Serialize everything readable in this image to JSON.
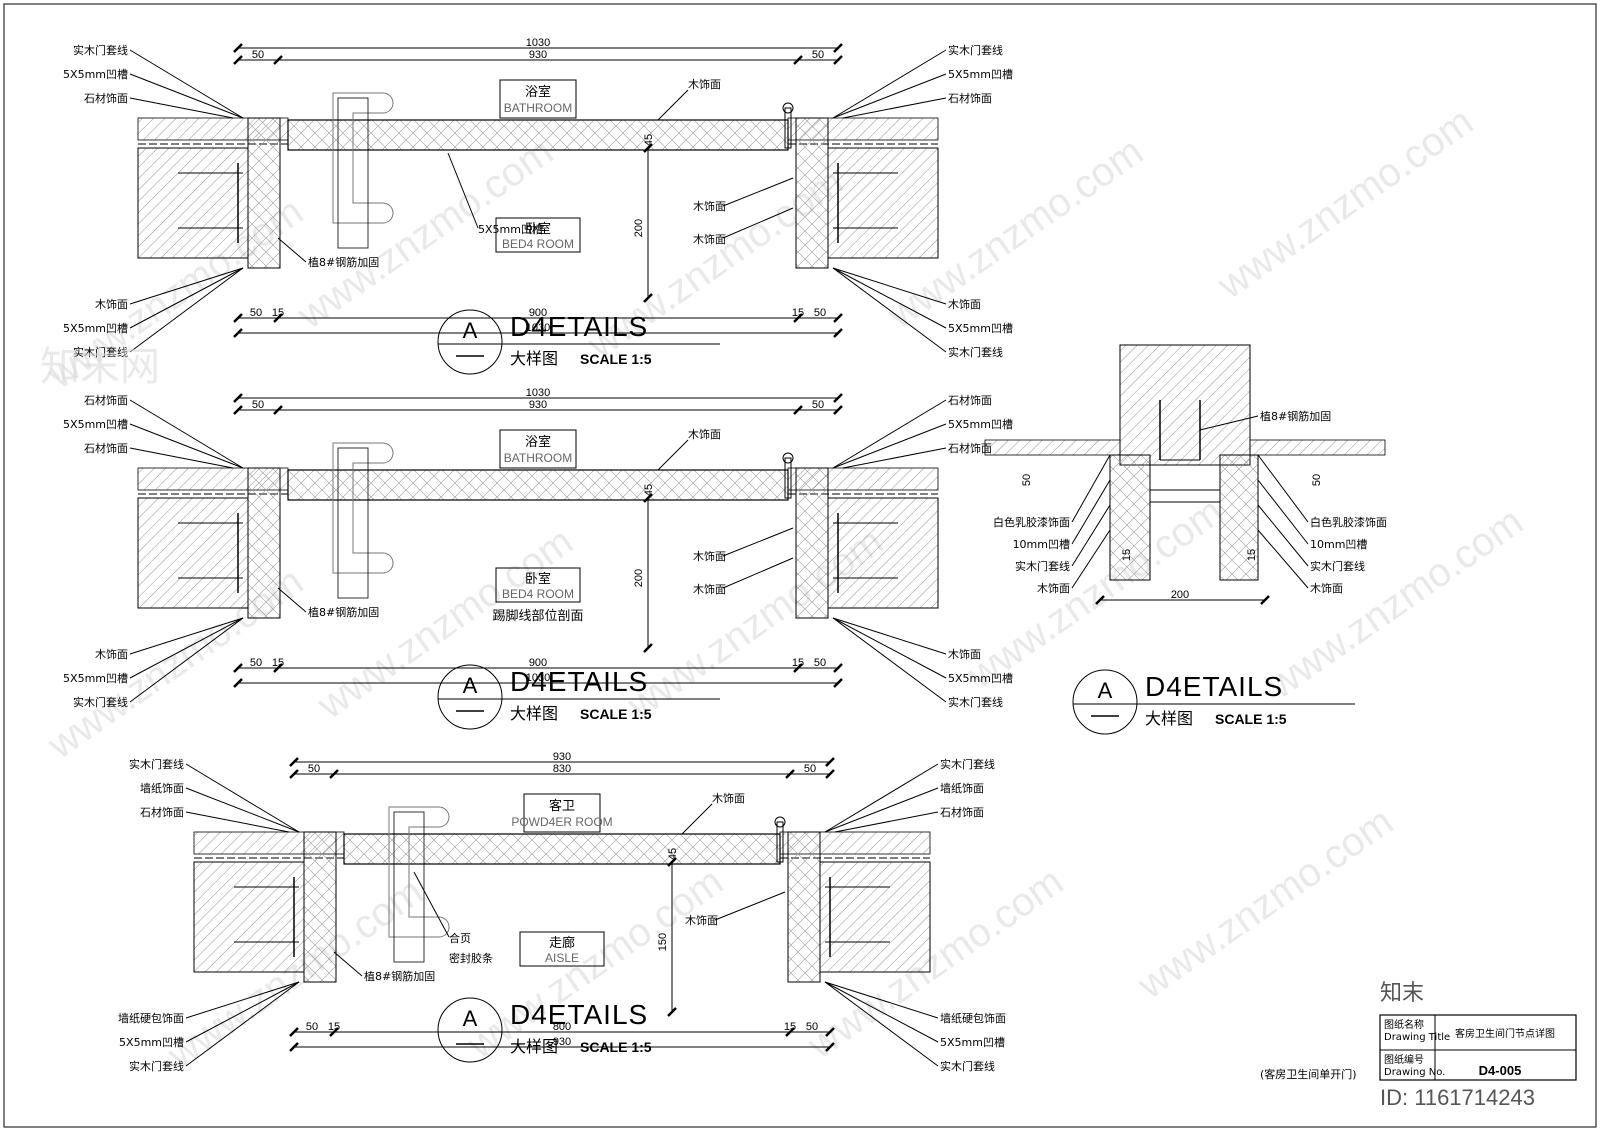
{
  "details": [
    {
      "top_dims": {
        "overall": "1030",
        "inner": "930",
        "left": "50",
        "right": "50"
      },
      "bottom_dims": {
        "overall": "1030",
        "inner": "900",
        "left": "50",
        "left_small": "15",
        "right": "50",
        "right_small": "15"
      },
      "side_dim": "200",
      "thick_dim": "45",
      "room_top": {
        "zh": "浴室",
        "en": "BATHROOM"
      },
      "room_bottom": {
        "zh": "卧室",
        "en": "BED4 ROOM"
      },
      "left_labels_top": [
        "实木门套线",
        "5X5mm凹槽",
        "石材饰面"
      ],
      "right_labels_top": [
        "实木门套线",
        "5X5mm凹槽",
        "石材饰面"
      ],
      "left_labels_bottom": [
        "木饰面",
        "5X5mm凹槽",
        "实木门套线"
      ],
      "right_labels_bottom": [
        "木饰面",
        "5X5mm凹槽",
        "实木门套线"
      ],
      "inner_labels": {
        "wood_top": "木饰面",
        "groove": "5X5mm凹槽",
        "rebar": "植8#钢筋加固",
        "wood_r1": "木饰面",
        "wood_r2": "木饰面"
      },
      "extra_note": "",
      "title": {
        "letter": "A",
        "name": "D4ETAILS",
        "sub": "大样图",
        "scale": "SCALE  1:5"
      }
    },
    {
      "top_dims": {
        "overall": "1030",
        "inner": "930",
        "left": "50",
        "right": "50"
      },
      "bottom_dims": {
        "overall": "1030",
        "inner": "900",
        "left": "50",
        "left_small": "15",
        "right": "50",
        "right_small": "15"
      },
      "side_dim": "200",
      "thick_dim": "45",
      "room_top": {
        "zh": "浴室",
        "en": "BATHROOM"
      },
      "room_bottom": {
        "zh": "卧室",
        "en": "BED4 ROOM"
      },
      "left_labels_top": [
        "石材饰面",
        "5X5mm凹槽",
        "石材饰面"
      ],
      "right_labels_top": [
        "石材饰面",
        "5X5mm凹槽",
        "石材饰面"
      ],
      "left_labels_bottom": [
        "木饰面",
        "5X5mm凹槽",
        "实木门套线"
      ],
      "right_labels_bottom": [
        "木饰面",
        "5X5mm凹槽",
        "实木门套线"
      ],
      "inner_labels": {
        "wood_top": "木饰面",
        "groove": "",
        "rebar": "植8#钢筋加固",
        "wood_r1": "木饰面",
        "wood_r2": "木饰面"
      },
      "extra_note": "踢脚线部位剖面",
      "title": {
        "letter": "A",
        "name": "D4ETAILS",
        "sub": "大样图",
        "scale": "SCALE  1:5"
      }
    },
    {
      "top_dims": {
        "overall": "930",
        "inner": "830",
        "left": "50",
        "right": "50"
      },
      "bottom_dims": {
        "overall": "930",
        "inner": "800",
        "left": "50",
        "left_small": "15",
        "right": "50",
        "right_small": "15"
      },
      "side_dim": "150",
      "thick_dim": "45",
      "room_top": {
        "zh": "客卫",
        "en": "POWD4ER ROOM"
      },
      "room_bottom": {
        "zh": "走廊",
        "en": "AISLE"
      },
      "left_labels_top": [
        "实木门套线",
        "墙纸饰面",
        "石材饰面"
      ],
      "right_labels_top": [
        "实木门套线",
        "墙纸饰面",
        "石材饰面"
      ],
      "left_labels_bottom": [
        "墙纸硬包饰面",
        "5X5mm凹槽",
        "实木门套线"
      ],
      "right_labels_bottom": [
        "墙纸硬包饰面",
        "5X5mm凹槽",
        "实木门套线"
      ],
      "inner_labels": {
        "wood_top": "木饰面",
        "hinge": "合页",
        "seal": "密封胶条",
        "rebar": "植8#钢筋加固",
        "wood_r1": "木饰面"
      },
      "extra_note": "",
      "title": {
        "letter": "A",
        "name": "D4ETAILS",
        "sub": "大样图",
        "scale": "SCALE  1:5"
      }
    }
  ],
  "side_detail": {
    "rebar": "植8#钢筋加固",
    "dim_left": "50",
    "dim_right": "50",
    "dim_small_left": "15",
    "dim_small_right": "15",
    "dim_bottom": "200",
    "left_labels": [
      "白色乳胶漆饰面",
      "10mm凹槽",
      "实木门套线",
      "木饰面"
    ],
    "right_labels": [
      "白色乳胶漆饰面",
      "10mm凹槽",
      "实木门套线",
      "木饰面"
    ],
    "title": {
      "letter": "A",
      "name": "D4ETAILS",
      "sub": "大样图",
      "scale": "SCALE  1:5"
    }
  },
  "title_block": {
    "drawing_name_label": "图纸名称",
    "drawing_name_en": "Drawing Title",
    "drawing_name_value": "客房卫生间门节点详图",
    "drawing_no_label": "图纸编号",
    "drawing_no_en": "Drawing No.",
    "drawing_no_value": "D4-005",
    "note": "(客房卫生间单开门)"
  },
  "watermark": {
    "text": "www.znzmo.com",
    "brand": "知末网",
    "logo": "知末",
    "id": "ID: 1161714243"
  }
}
